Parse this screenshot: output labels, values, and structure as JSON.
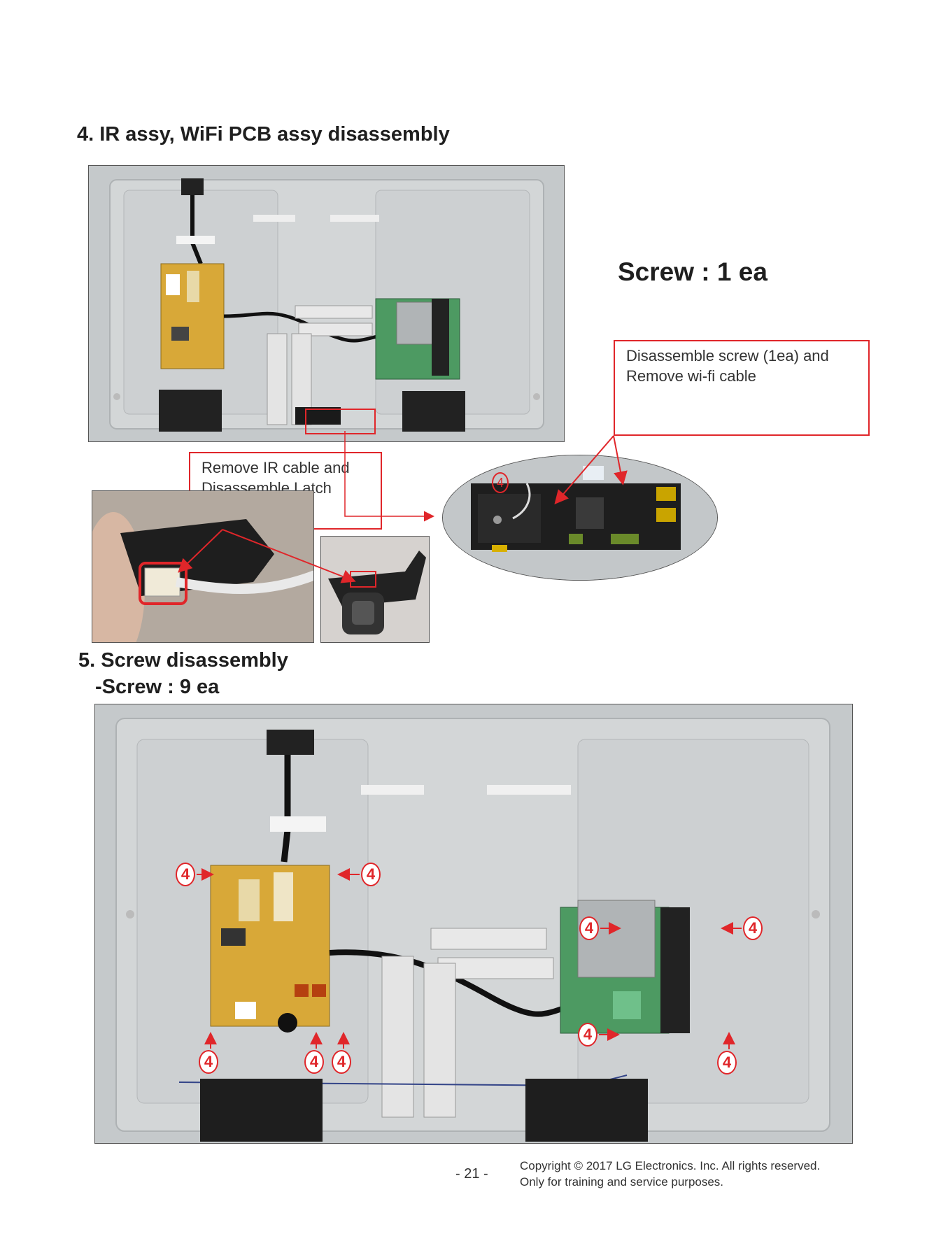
{
  "section4": {
    "title": "4. IR assy, WiFi PCB assy disassembly",
    "screw_count": "Screw : 1 ea",
    "callout_wifi": "Disassemble screw (1ea)  and Remove  wi-fi cable",
    "callout_ir": "Remove  IR cable and Disassemble Latch (1ea)",
    "marker": "4"
  },
  "section5": {
    "title": "5. Screw  disassembly",
    "subtitle": "-Screw : 9 ea",
    "marker": "4"
  },
  "footer": {
    "page_number": "- 21 -",
    "copyright": "Copyright  © 2017  LG Electronics. Inc. All rights reserved.",
    "note": "Only for training and service purposes."
  },
  "colors": {
    "accent_red": "#e0262a",
    "panel_gray": "#c7cbcd",
    "board_yellow": "#d8a838",
    "board_green": "#4d9a62"
  }
}
